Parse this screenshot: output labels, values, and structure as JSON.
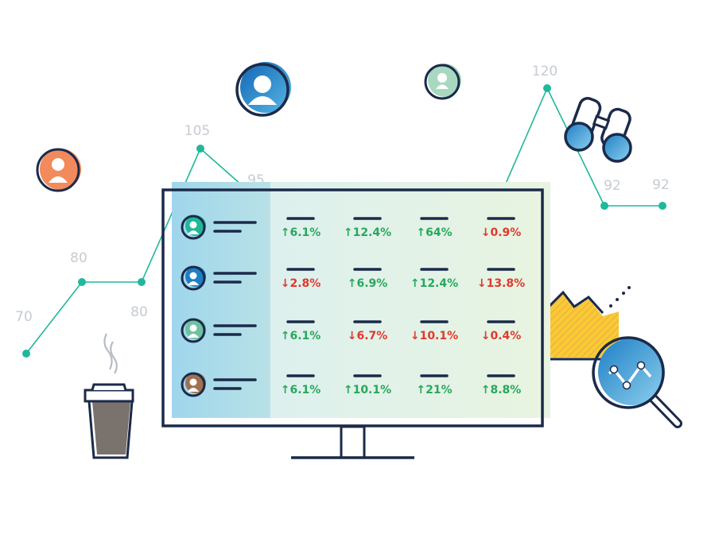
{
  "line_points": [
    {
      "label": "70"
    },
    {
      "label": "80"
    },
    {
      "label": "80"
    },
    {
      "label": "105"
    },
    {
      "label": "95"
    },
    {
      "label": "120"
    },
    {
      "label": "92"
    },
    {
      "label": "92"
    }
  ],
  "table": {
    "rows": [
      {
        "avatar": "teal-avatar-icon",
        "cells": [
          {
            "text": "6.1%",
            "dir": "up"
          },
          {
            "text": "12.4%",
            "dir": "up"
          },
          {
            "text": "64%",
            "dir": "up"
          },
          {
            "text": "0.9%",
            "dir": "down"
          }
        ]
      },
      {
        "avatar": "blue-avatar-icon",
        "cells": [
          {
            "text": "2.8%",
            "dir": "down"
          },
          {
            "text": "6.9%",
            "dir": "up"
          },
          {
            "text": "12.4%",
            "dir": "up"
          },
          {
            "text": "13.8%",
            "dir": "down"
          }
        ]
      },
      {
        "avatar": "green-avatar-icon",
        "cells": [
          {
            "text": "6.1%",
            "dir": "up"
          },
          {
            "text": "6.7%",
            "dir": "down"
          },
          {
            "text": "10.1%",
            "dir": "down"
          },
          {
            "text": "0.4%",
            "dir": "down"
          }
        ]
      },
      {
        "avatar": "brown-avatar-icon",
        "cells": [
          {
            "text": "6.1%",
            "dir": "up"
          },
          {
            "text": "10.1%",
            "dir": "up"
          },
          {
            "text": "21%",
            "dir": "up"
          },
          {
            "text": "8.8%",
            "dir": "up"
          }
        ]
      }
    ]
  },
  "colors": {
    "navy": "#1b2a4a",
    "teal": "#1fb89a",
    "up": "#27a85c",
    "down": "#e2382c",
    "orange": "#f28a5c",
    "blue": "#1e7fc6",
    "yellow": "#f7c51c"
  },
  "icons": [
    "coffee-cup-icon",
    "binoculars-icon",
    "magnifier-chart-icon",
    "user-avatar-icon",
    "arrow-up-icon",
    "arrow-down-icon"
  ]
}
